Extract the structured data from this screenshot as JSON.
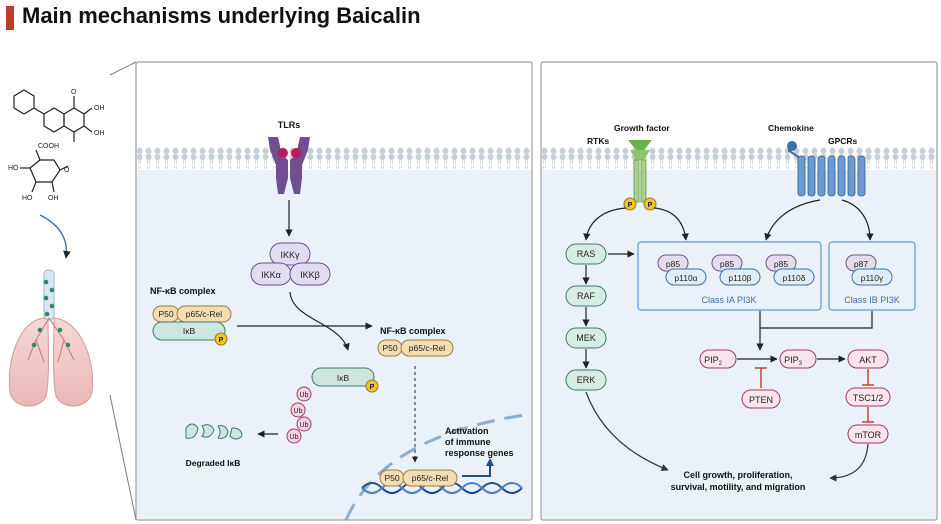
{
  "title": "Main mechanisms underlying Baicalin",
  "left_panel": {
    "receptor": "TLRs",
    "ikk": {
      "gamma": "IKKγ",
      "alpha": "IKKα",
      "beta": "IKKβ"
    },
    "nfkb_complex_label": "NF-κB complex",
    "p50": "P50",
    "p65": "p65/c-Rel",
    "ikb": "IκB",
    "phospho": "P",
    "ub": "Ub",
    "degraded": "Degraded IκB",
    "activation_text": [
      "Activation",
      "of immune",
      "response genes"
    ]
  },
  "right_panel": {
    "rtks": "RTKs",
    "growth_factor": "Growth factor",
    "chemokine": "Chemokine",
    "gpcrs": "GPCRs",
    "phospho": "P",
    "mapk_chain": [
      "RAS",
      "RAF",
      "MEK",
      "ERK"
    ],
    "class_ia": {
      "label": "Class IA PI3K",
      "regulatory": [
        "p85",
        "p85",
        "p85"
      ],
      "catalytic": [
        "p110α",
        "p110β",
        "p110δ"
      ]
    },
    "class_ib": {
      "label": "Class IB PI3K",
      "regulatory": "p87",
      "catalytic": "p110γ"
    },
    "pip2": "PIP",
    "pip2_sub": "2",
    "pip3": "PIP",
    "pip3_sub": "3",
    "pten": "PTEN",
    "akt": "AKT",
    "tsc": "TSC1/2",
    "mtor": "mTOR",
    "outcome": [
      "Cell growth, proliferation,",
      "survival, motility, and migration"
    ]
  },
  "colors": {
    "membrane_head": "#c5cdd6",
    "cytoplasm": "#eaf1f8",
    "receptor_purple": "#6f4f8f",
    "ikk_fill": "#e1dcef",
    "p50_fill": "#f4ddb3",
    "ikb_fill": "#cfe6e0",
    "phospho_fill": "#f2c230",
    "ub_fill": "#f4d3e0",
    "green_node": "#d7ece2",
    "pi3k_box": "#5c9ad0",
    "pink_node": "#fbe4ec",
    "inhibit_red": "#c0392b",
    "dna_blue": "#1f4e8c"
  }
}
